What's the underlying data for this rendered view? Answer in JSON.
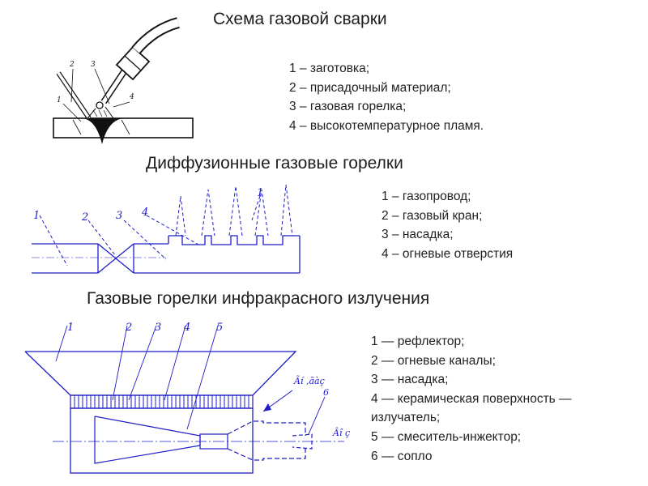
{
  "sections": {
    "gas_welding": {
      "title": "Схема газовой сварки",
      "legend": [
        "1 – заготовка;",
        "2 – присадочный материал;",
        "3 – газовая горелка;",
        "4 –  высокотемпературное пламя."
      ],
      "callouts": [
        "1",
        "2",
        "3",
        "4"
      ]
    },
    "diffusion_burners": {
      "title": "Диффузионные газовые горелки",
      "legend": [
        "1 – газопровод;",
        "2 – газовый кран;",
        "3 – насадка;",
        "4 – огневые отверстия"
      ],
      "callouts": [
        "1",
        "2",
        "3",
        "4",
        "1"
      ]
    },
    "infrared_burners": {
      "title": "Газовые горелки инфракрасного  излучения",
      "legend": [
        "1 — рефлектор;",
        "2 — огневые каналы;",
        "3 — насадка;",
        "4 — керамическая поверхность —",
        "излучатель;",
        "5 — смеситель-инжектор;",
        "6 — сопло"
      ],
      "callouts": [
        "1",
        "2",
        "3",
        "4",
        "5"
      ],
      "garbled_labels": [
        "Ãí ,ãàç",
        "6",
        "Âî ç"
      ]
    }
  },
  "colors": {
    "line_blue": "#1c1cc8",
    "line_black": "#111111",
    "text": "#222222"
  }
}
